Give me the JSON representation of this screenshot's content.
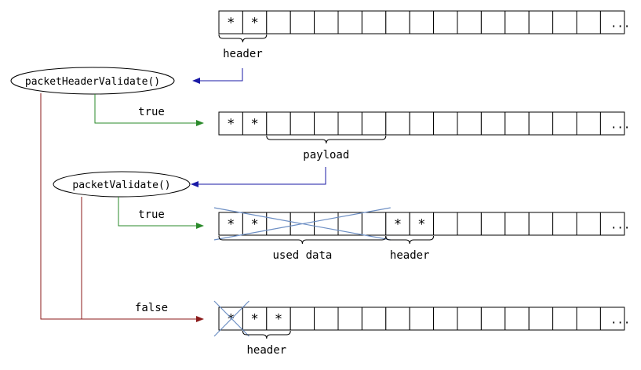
{
  "colors": {
    "arrow_blue": "#1a1aa6",
    "arrow_green": "#2a8a2a",
    "arrow_red": "#8b1a1a",
    "cross": "#6d8fc4"
  },
  "functions": {
    "header_validate": "packetHeaderValidate()",
    "validate": "packetValidate()"
  },
  "edge_labels": {
    "true": "true",
    "false": "false"
  },
  "ellipsis": "...",
  "rows": [
    {
      "cells": [
        "*",
        "*",
        "",
        "",
        "",
        "",
        "",
        "",
        "",
        "",
        "",
        "",
        "",
        "",
        "",
        "",
        ""
      ],
      "crossed": "none",
      "braces": [
        {
          "label": "header",
          "side": "below",
          "from": 0,
          "to": 2
        }
      ]
    },
    {
      "cells": [
        "*",
        "*",
        "",
        "",
        "",
        "",
        "",
        "",
        "",
        "",
        "",
        "",
        "",
        "",
        "",
        "",
        ""
      ],
      "crossed": "none",
      "braces": [
        {
          "label": "payload",
          "side": "below",
          "from": 2,
          "to": 7
        }
      ]
    },
    {
      "cells": [
        "*",
        "*",
        "",
        "",
        "",
        "",
        "",
        "*",
        "*",
        "",
        "",
        "",
        "",
        "",
        "",
        "",
        ""
      ],
      "crossed": "first7",
      "braces": [
        {
          "label": "used data",
          "side": "below",
          "from": 0,
          "to": 7
        },
        {
          "label": "header",
          "side": "below",
          "from": 7,
          "to": 9
        }
      ]
    },
    {
      "cells": [
        "*",
        "*",
        "*",
        "",
        "",
        "",
        "",
        "",
        "",
        "",
        "",
        "",
        "",
        "",
        "",
        "",
        ""
      ],
      "crossed": "first1",
      "braces": [
        {
          "label": "header",
          "side": "below",
          "from": 1,
          "to": 3
        }
      ]
    }
  ]
}
